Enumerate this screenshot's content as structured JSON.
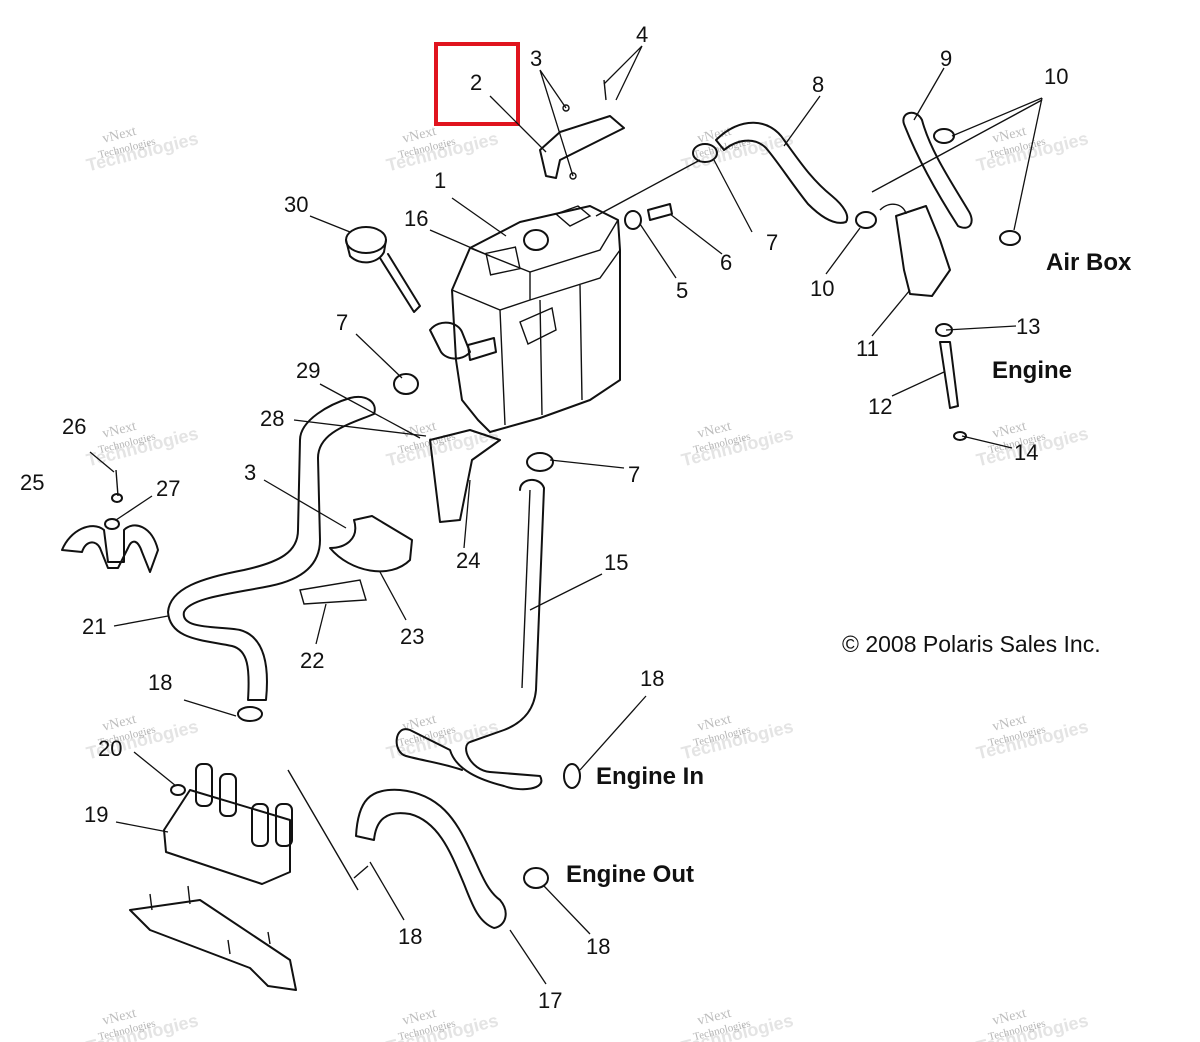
{
  "diagram": {
    "region_labels": {
      "air_box": "Air Box",
      "engine": "Engine",
      "engine_in": "Engine In",
      "engine_out": "Engine Out"
    },
    "copyright": "© 2008 Polaris Sales Inc.",
    "watermark": {
      "line1": "vNext",
      "line2": "Technologies"
    },
    "highlight": {
      "color": "#e0141e",
      "callout": "2"
    },
    "callouts": [
      "1",
      "2",
      "3",
      "4",
      "5",
      "6",
      "7",
      "8",
      "9",
      "10",
      "11",
      "12",
      "13",
      "14",
      "15",
      "16",
      "17",
      "18",
      "19",
      "20",
      "21",
      "22",
      "23",
      "24",
      "25",
      "26",
      "27",
      "28",
      "29",
      "30",
      "7",
      "7",
      "10",
      "18",
      "18",
      "18",
      "3"
    ]
  }
}
